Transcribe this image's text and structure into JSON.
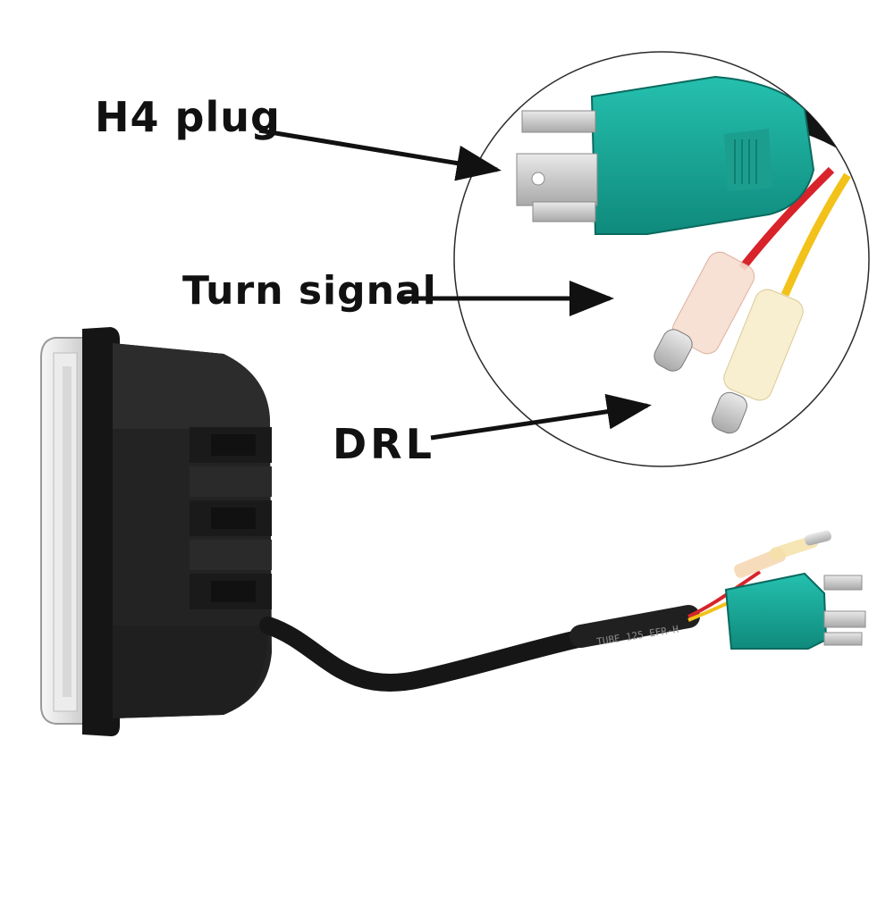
{
  "labels": {
    "h4_plug": "H4 plug",
    "turn_signal": "Turn signal",
    "drl": "DRL"
  },
  "cable_print": "TUBE 125 EFR-H",
  "colors": {
    "background": "#ffffff",
    "housing": "#1c1c1c",
    "connector": "#17a898",
    "wire_red": "#d8232a",
    "wire_yellow": "#f2c21a",
    "cable": "#161616",
    "label_text": "#111111"
  },
  "icons": [
    "arrow-icon"
  ]
}
